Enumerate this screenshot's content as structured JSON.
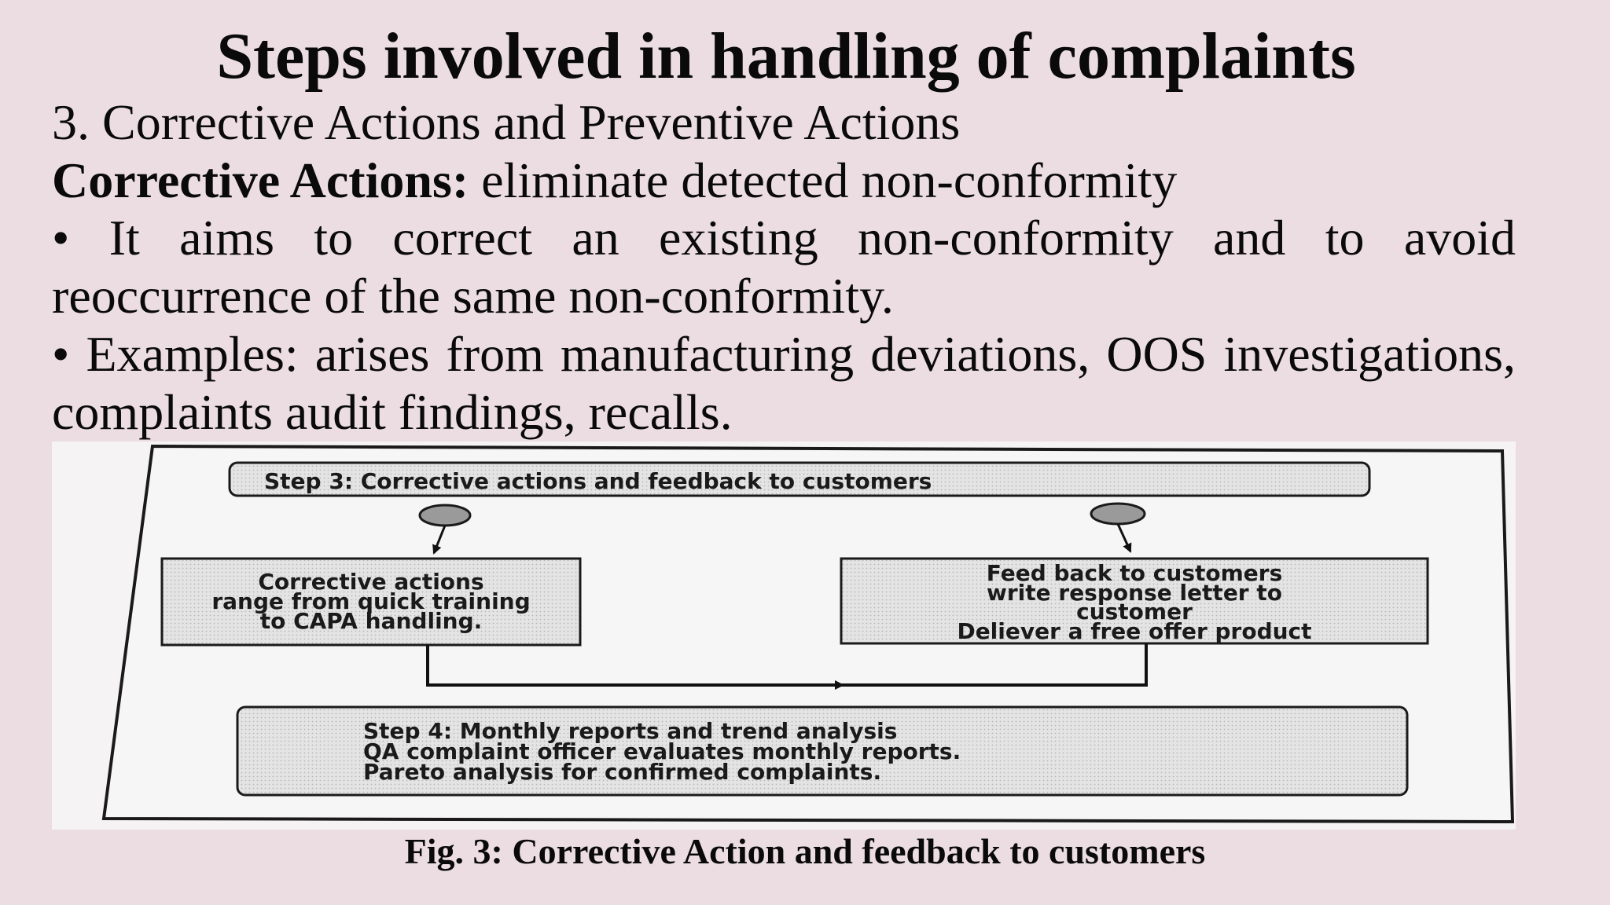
{
  "slide": {
    "title": "Steps involved in handling of complaints",
    "subtitle": "3. Corrective Actions and Preventive Actions",
    "corrective": {
      "label": "Corrective Actions:",
      "text": " eliminate detected non-conformity"
    },
    "bullets": [
      "• It aims to correct an existing non-conformity and to avoid reoccurrence of the same non-conformity.",
      "• Examples: arises from manufacturing deviations, OOS investigations, complaints audit findings, recalls."
    ],
    "caption": "Fig. 3: Corrective Action and feedback to customers"
  },
  "diagram": {
    "step3": "Step 3: Corrective actions and feedback to customers",
    "left_box": [
      "Corrective actions",
      "range from quick training",
      "to CAPA handling."
    ],
    "right_box": [
      "Feed back to customers",
      "write response letter to",
      "customer",
      "Deliever a free offer product"
    ],
    "step4": [
      "Step 4: Monthly reports and trend analysis",
      "QA complaint officer evaluates monthly reports.",
      "Pareto analysis for confirmed complaints."
    ]
  }
}
